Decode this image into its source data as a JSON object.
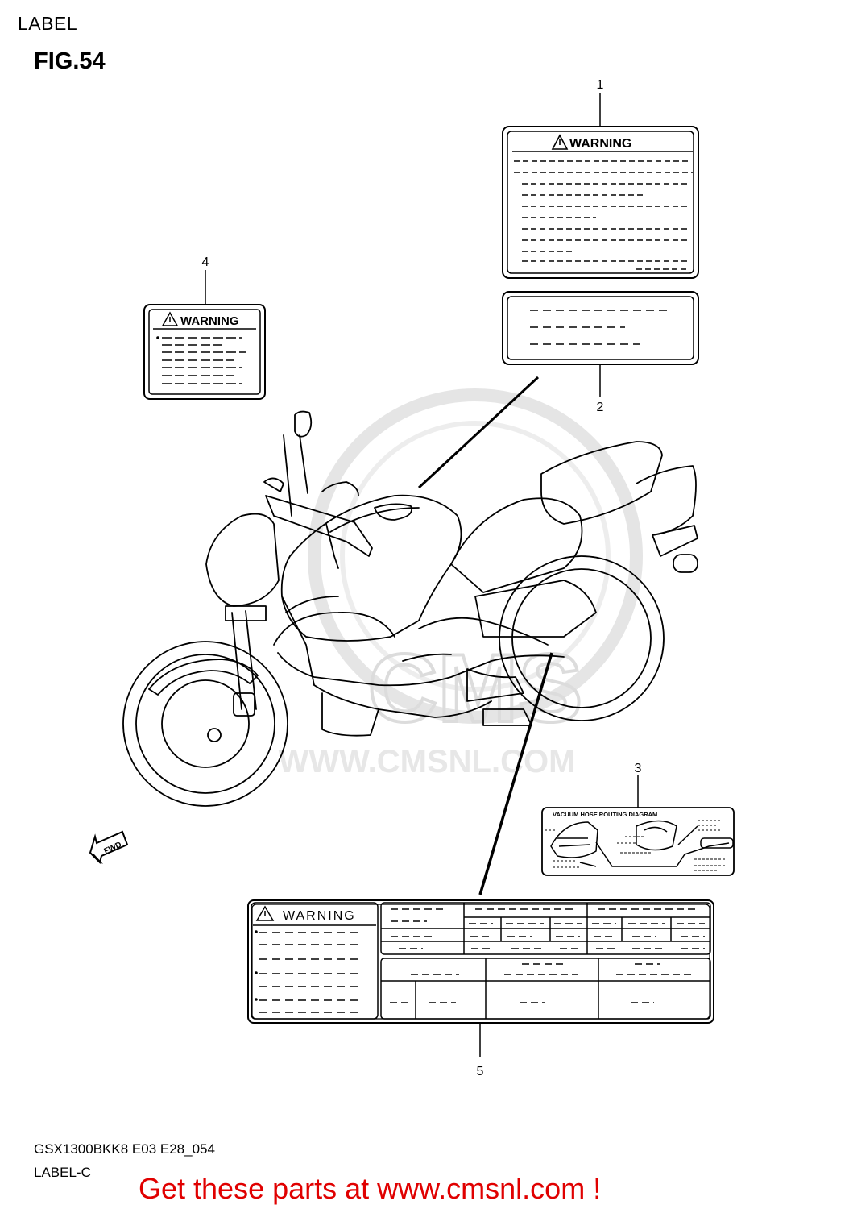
{
  "header": {
    "section": "LABEL",
    "figure": "FIG.54"
  },
  "callouts": [
    "1",
    "2",
    "3",
    "4",
    "5"
  ],
  "labels": {
    "warning_text": "WARNING",
    "vacuum_diagram_title": "VACUUM HOSE ROUTING DIAGRAM",
    "fwd_arrow": "FWD"
  },
  "watermark": {
    "text": "WWW.CMSNL.COM",
    "logo": "CMS"
  },
  "footer": {
    "model_code": "GSX1300BKK8 E03 E28_054",
    "diagram_name": "LABEL-C",
    "banner": "Get these parts at www.cmsnl.com !"
  },
  "colors": {
    "banner": "#e00000",
    "line": "#000000",
    "watermark": "#d8d8d8"
  }
}
